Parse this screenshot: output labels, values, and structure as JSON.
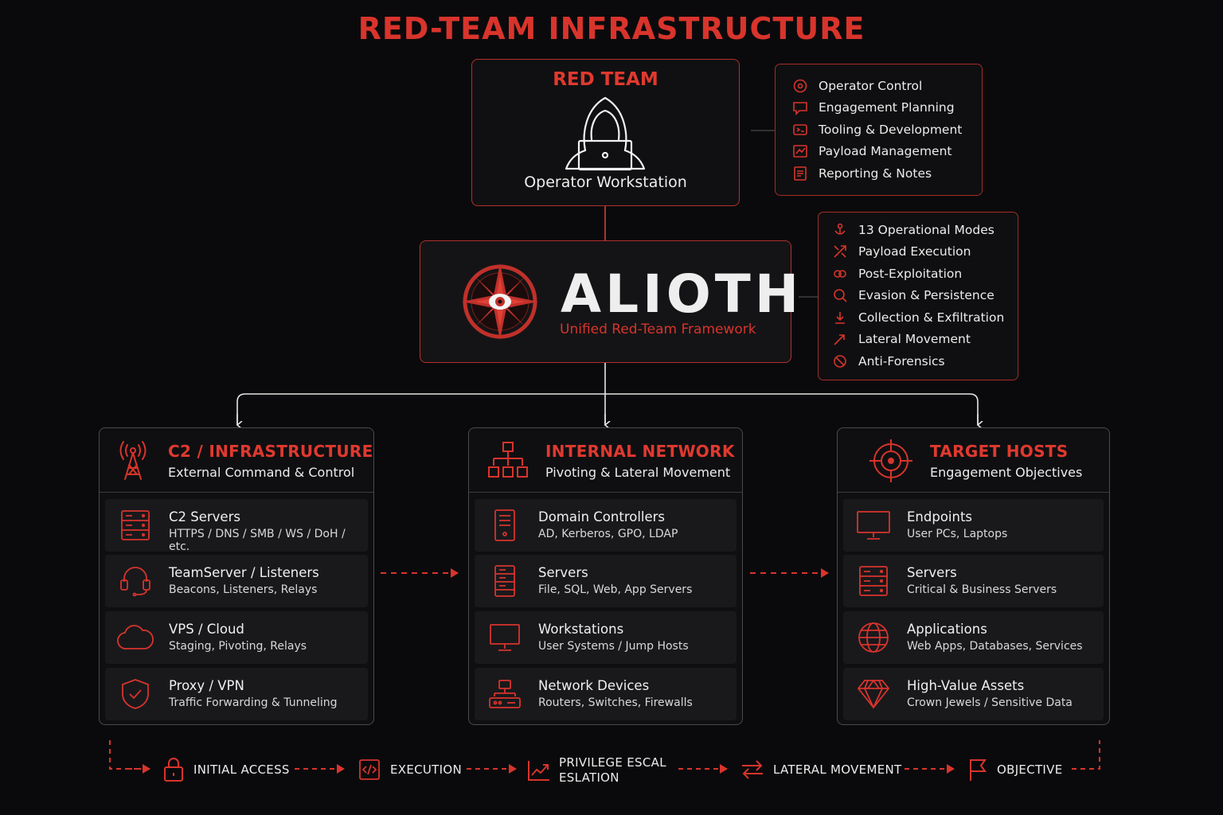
{
  "title": "RED-TEAM INFRASTRUCTURE",
  "red_team": {
    "title": "RED TEAM",
    "subtitle": "Operator Workstation",
    "icon": "hooded-operator-icon"
  },
  "operator_list": [
    {
      "label": "Operator Control",
      "icon": "operator-control-icon"
    },
    {
      "label": "Engagement Planning",
      "icon": "planning-icon"
    },
    {
      "label": "Tooling & Development",
      "icon": "tooling-icon"
    },
    {
      "label": "Payload Management",
      "icon": "payload-icon"
    },
    {
      "label": "Reporting & Notes",
      "icon": "notes-icon"
    }
  ],
  "alioth": {
    "name": "ALIOTH",
    "tagline": "Unified Red-Team Framework",
    "logo": "compass-star-eye-logo"
  },
  "capabilities": [
    {
      "label": "13 Operational Modes",
      "icon": "modes-icon"
    },
    {
      "label": "Payload Execution",
      "icon": "execution-icon"
    },
    {
      "label": "Post-Exploitation",
      "icon": "post-exploitation-icon"
    },
    {
      "label": "Evasion & Persistence",
      "icon": "evasion-icon"
    },
    {
      "label": "Collection & Exfiltration",
      "icon": "exfiltration-icon"
    },
    {
      "label": "Lateral Movement",
      "icon": "lateral-icon"
    },
    {
      "label": "Anti-Forensics",
      "icon": "anti-forensics-icon"
    }
  ],
  "columns": [
    {
      "title": "C2 / INFRASTRUCTURE",
      "subtitle": "External Command & Control",
      "icon": "radio-tower-icon",
      "items": [
        {
          "title": "C2 Servers",
          "desc": "HTTPS / DNS / SMB / WS / DoH / etc.",
          "icon": "server-rack-icon"
        },
        {
          "title": "TeamServer / Listeners",
          "desc": "Beacons, Listeners, Relays",
          "icon": "headset-icon"
        },
        {
          "title": "VPS / Cloud",
          "desc": "Staging, Pivoting, Relays",
          "icon": "cloud-icon"
        },
        {
          "title": "Proxy / VPN",
          "desc": "Traffic Forwarding & Tunneling",
          "icon": "shield-icon"
        }
      ]
    },
    {
      "title": "INTERNAL NETWORK",
      "subtitle": "Pivoting & Lateral Movement",
      "icon": "network-tree-icon",
      "items": [
        {
          "title": "Domain Controllers",
          "desc": "AD, Kerberos, GPO, LDAP",
          "icon": "tower-server-icon"
        },
        {
          "title": "Servers",
          "desc": "File, SQL, Web, App Servers",
          "icon": "server-stack-icon"
        },
        {
          "title": "Workstations",
          "desc": "User Systems / Jump Hosts",
          "icon": "monitor-icon"
        },
        {
          "title": "Network Devices",
          "desc": "Routers, Switches, Firewalls",
          "icon": "router-icon"
        }
      ]
    },
    {
      "title": "TARGET HOSTS",
      "subtitle": "Engagement Objectives",
      "icon": "crosshair-icon",
      "items": [
        {
          "title": "Endpoints",
          "desc": "User PCs, Laptops",
          "icon": "desktop-icon"
        },
        {
          "title": "Servers",
          "desc": "Critical & Business Servers",
          "icon": "server-rack-icon"
        },
        {
          "title": "Applications",
          "desc": "Web Apps, Databases, Services",
          "icon": "globe-icon"
        },
        {
          "title": "High-Value Assets",
          "desc": "Crown Jewels / Sensitive Data",
          "icon": "diamond-icon"
        }
      ]
    }
  ],
  "flow": [
    {
      "label": "INITIAL ACCESS",
      "icon": "lock-icon"
    },
    {
      "label": "EXECUTION",
      "icon": "code-icon"
    },
    {
      "label_line1": "PRIVILEGE ESCAL",
      "label_line2": "ESLATION",
      "icon": "trend-up-icon"
    },
    {
      "label": "LATERAL MOVEMENT",
      "icon": "swap-arrows-icon"
    },
    {
      "label": "OBJECTIVE",
      "icon": "flag-icon"
    }
  ],
  "colors": {
    "accent": "#d8342c",
    "background": "#0a0a0c",
    "panel": "#101012",
    "item": "#19191c"
  }
}
